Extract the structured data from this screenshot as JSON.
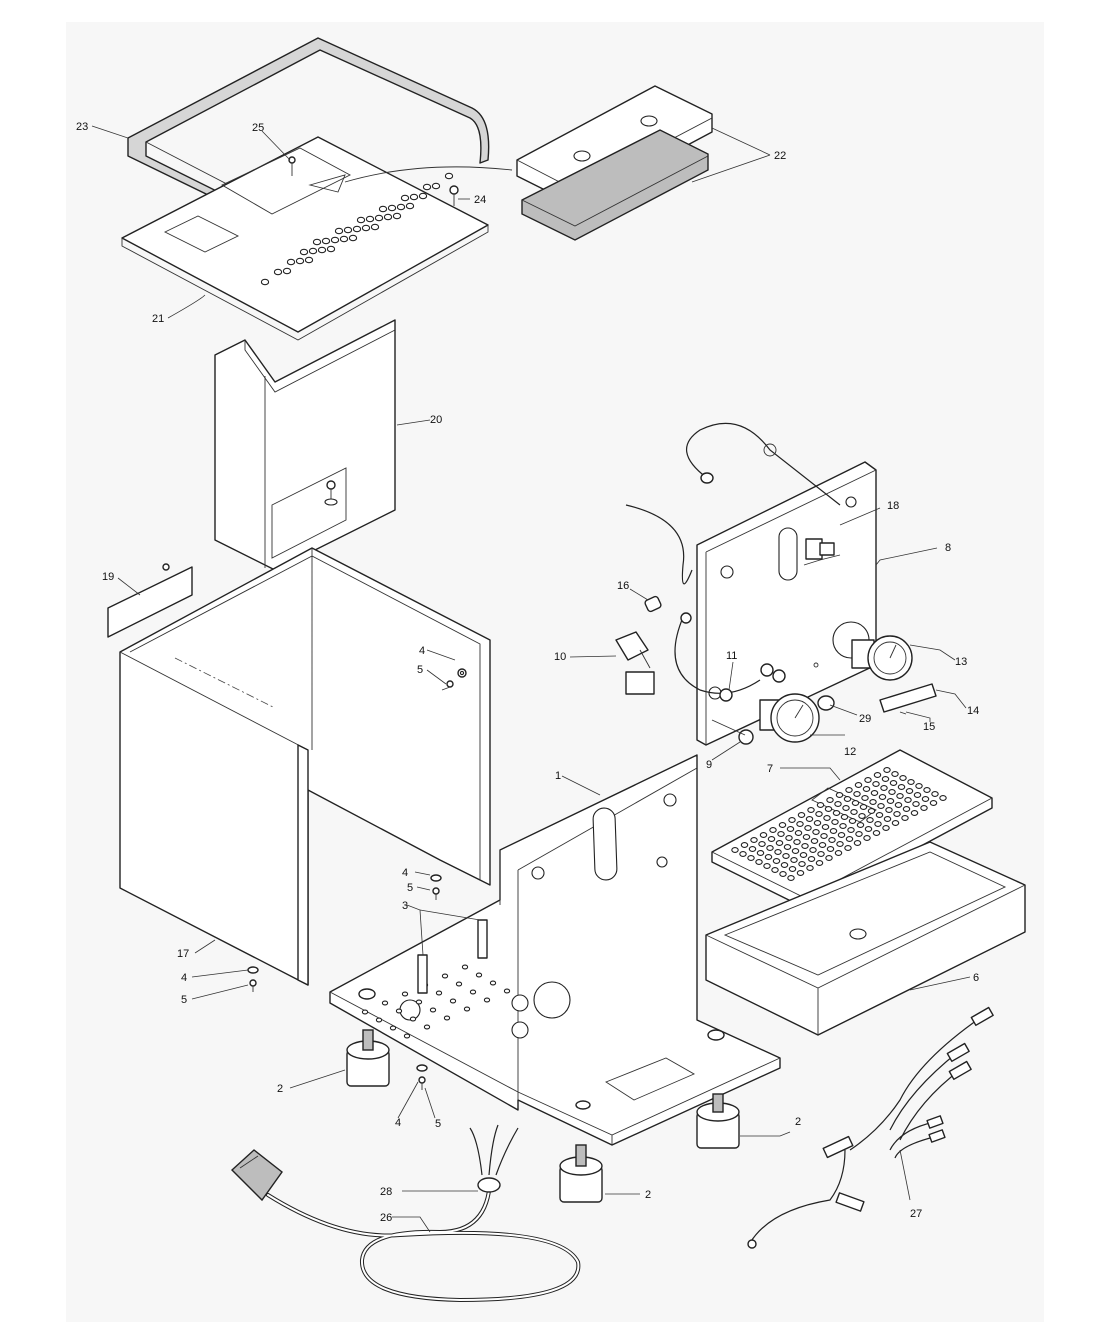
{
  "diagram": {
    "type": "exploded-parts-view",
    "callouts": [
      {
        "id": "1",
        "label": "1"
      },
      {
        "id": "2",
        "label": "2"
      },
      {
        "id": "3",
        "label": "3"
      },
      {
        "id": "4",
        "label": "4"
      },
      {
        "id": "5",
        "label": "5"
      },
      {
        "id": "6",
        "label": "6"
      },
      {
        "id": "7",
        "label": "7"
      },
      {
        "id": "8",
        "label": "8"
      },
      {
        "id": "9",
        "label": "9"
      },
      {
        "id": "10",
        "label": "10"
      },
      {
        "id": "11",
        "label": "11"
      },
      {
        "id": "12",
        "label": "12"
      },
      {
        "id": "13",
        "label": "13"
      },
      {
        "id": "14",
        "label": "14"
      },
      {
        "id": "15",
        "label": "15"
      },
      {
        "id": "16",
        "label": "16"
      },
      {
        "id": "17",
        "label": "17"
      },
      {
        "id": "18",
        "label": "18"
      },
      {
        "id": "19",
        "label": "19"
      },
      {
        "id": "20",
        "label": "20"
      },
      {
        "id": "21",
        "label": "21"
      },
      {
        "id": "22",
        "label": "22"
      },
      {
        "id": "23",
        "label": "23"
      },
      {
        "id": "24",
        "label": "24"
      },
      {
        "id": "25",
        "label": "25"
      },
      {
        "id": "26",
        "label": "26"
      },
      {
        "id": "27",
        "label": "27"
      },
      {
        "id": "28",
        "label": "28"
      },
      {
        "id": "29",
        "label": "29"
      }
    ]
  }
}
